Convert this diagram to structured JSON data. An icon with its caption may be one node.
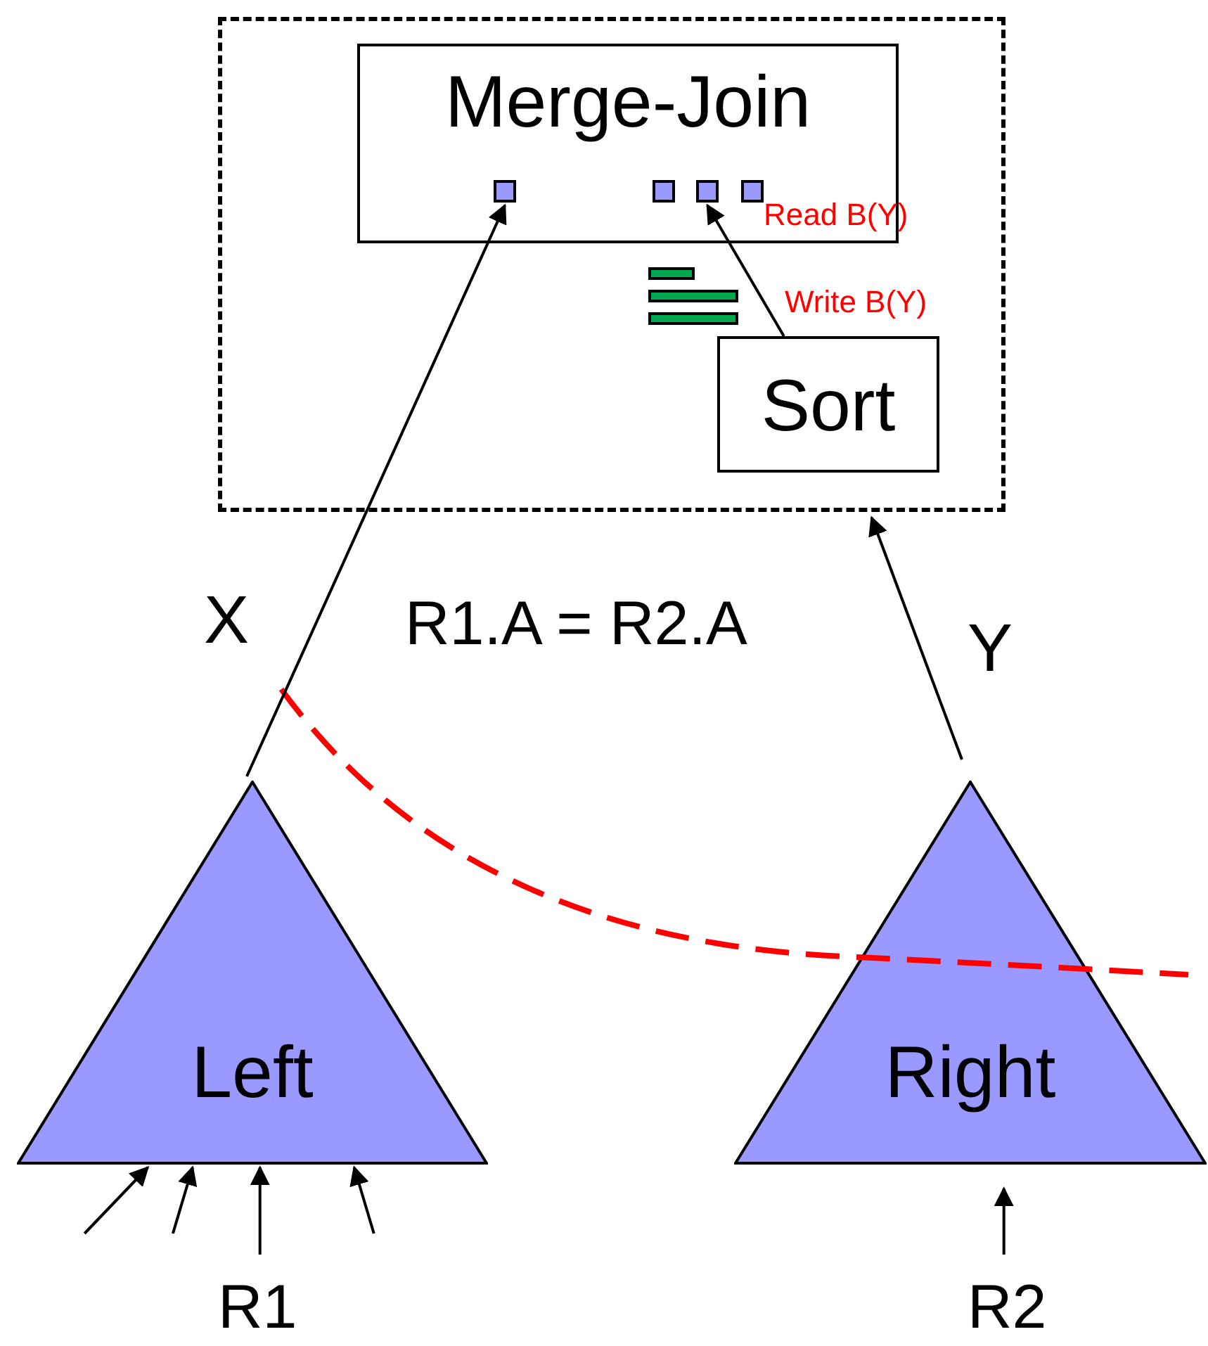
{
  "diagram": {
    "nodes": [
      {
        "text": [],
        "shape": "box"
      },
      {
        "text": [
          "Merge-Join"
        ],
        "in": 0
      },
      {
        "text": [],
        "shape": "box",
        "in": 1
      },
      {
        "text": [],
        "shape": "box",
        "in": 1
      },
      {
        "text": [],
        "shape": "box",
        "in": 1
      },
      {
        "text": [],
        "shape": "box",
        "in": 1
      },
      {
        "text": [],
        "shape": "bar",
        "in": 0
      },
      {
        "text": [],
        "shape": "bar",
        "in": 0
      },
      {
        "text": [],
        "shape": "bar",
        "in": 0
      },
      {
        "text": [
          "Sort"
        ],
        "in": 0
      },
      {
        "text": [
          "Left"
        ]
      },
      {
        "text": [
          "Right"
        ]
      }
    ],
    "edges": [
      {
        "from": 10,
        "to": 2,
        "arrow": "to",
        "label": "X"
      },
      {
        "from": 9,
        "to": 4,
        "arrow": "to"
      },
      {
        "from": 11,
        "to": 0,
        "arrow": "to",
        "label": "Y"
      },
      {
        "from": null,
        "to": 10,
        "arrow": "to"
      },
      {
        "from": null,
        "to": 10,
        "arrow": "to"
      },
      {
        "from": null,
        "to": 10,
        "arrow": "to"
      },
      {
        "from": null,
        "to": 10,
        "arrow": "to"
      },
      {
        "from": null,
        "to": 11,
        "arrow": "to"
      }
    ],
    "labels": [
      "Read B(Y)",
      "Write B(Y)",
      "R1.A = R2.A",
      "R1",
      "R2"
    ]
  }
}
